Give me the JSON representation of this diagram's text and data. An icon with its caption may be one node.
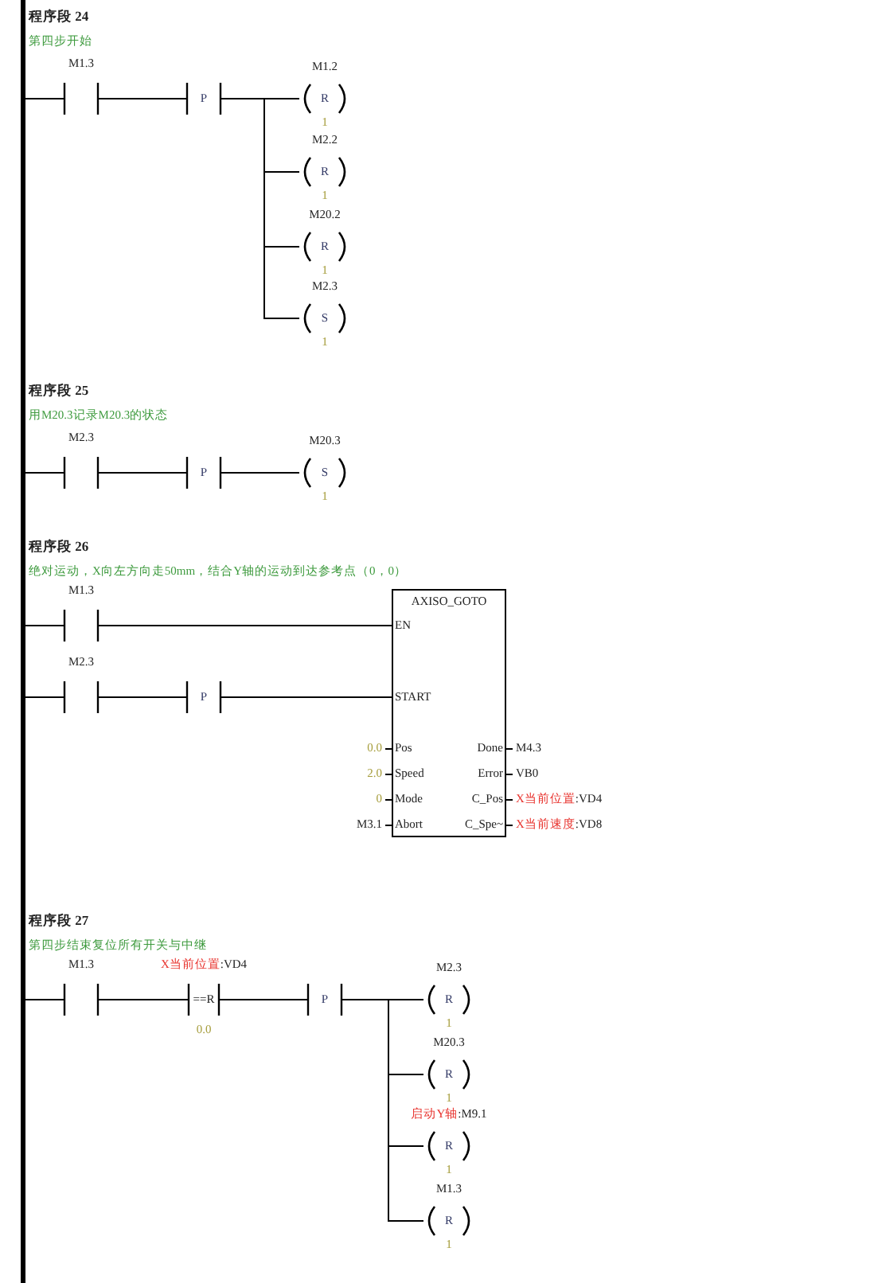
{
  "diagram": {
    "nodes": [
      {
        "text": [],
        "shape": "bar"
      },
      {
        "text": [
          "M1.3"
        ]
      },
      {
        "text": [
          "P"
        ]
      },
      {
        "text": [
          "M1.2",
          "R",
          "1"
        ]
      },
      {
        "text": [
          "M2.2",
          "R",
          "1"
        ]
      },
      {
        "text": [
          "M20.2",
          "R",
          "1"
        ]
      },
      {
        "text": [
          "M2.3",
          "S",
          "1"
        ]
      },
      {
        "text": [
          "M2.3"
        ]
      },
      {
        "text": [
          "P"
        ]
      },
      {
        "text": [
          "M20.3",
          "S",
          "1"
        ]
      },
      {
        "text": [
          "M1.3"
        ]
      },
      {
        "text": [
          "M2.3"
        ]
      },
      {
        "text": [
          "P"
        ]
      },
      {
        "text": [
          "AXISO_GOTO",
          "EN",
          "START",
          "Pos",
          "Speed",
          "Mode",
          "Abort",
          "Done",
          "Error",
          "C_Pos",
          "C_Spe~"
        ],
        "beside": [
          "0.0",
          "2.0",
          "0",
          "M3.1",
          "M4.3",
          "VB0",
          "X当前位置:VD4",
          "X当前速度:VD8"
        ]
      },
      {
        "text": [
          "M1.3"
        ]
      },
      {
        "text": [
          "X当前位置:VD4",
          "==R",
          "0.0"
        ]
      },
      {
        "text": [
          "P"
        ]
      },
      {
        "text": [
          "M2.3",
          "R",
          "1"
        ]
      },
      {
        "text": [
          "M20.3",
          "R",
          "1"
        ]
      },
      {
        "text": [
          "启动Y轴:M9.1",
          "R",
          "1"
        ]
      },
      {
        "text": [
          "M1.3",
          "R",
          "1"
        ]
      }
    ],
    "edges": [
      {
        "from": 0,
        "to": 1,
        "arrow": "none"
      },
      {
        "from": 1,
        "to": 2,
        "arrow": "none"
      },
      {
        "from": 2,
        "to": 3,
        "arrow": "none"
      },
      {
        "from": 2,
        "to": 4,
        "arrow": "none"
      },
      {
        "from": 2,
        "to": 5,
        "arrow": "none"
      },
      {
        "from": 2,
        "to": 6,
        "arrow": "none"
      },
      {
        "from": 0,
        "to": 7,
        "arrow": "none"
      },
      {
        "from": 7,
        "to": 8,
        "arrow": "none"
      },
      {
        "from": 8,
        "to": 9,
        "arrow": "none"
      },
      {
        "from": 0,
        "to": 10,
        "arrow": "none"
      },
      {
        "from": 10,
        "to": 13,
        "arrow": "none"
      },
      {
        "from": 0,
        "to": 11,
        "arrow": "none"
      },
      {
        "from": 11,
        "to": 12,
        "arrow": "none"
      },
      {
        "from": 12,
        "to": 13,
        "arrow": "none"
      },
      {
        "from": 0,
        "to": 14,
        "arrow": "none"
      },
      {
        "from": 14,
        "to": 15,
        "arrow": "none"
      },
      {
        "from": 15,
        "to": 16,
        "arrow": "none"
      },
      {
        "from": 16,
        "to": 17,
        "arrow": "none"
      },
      {
        "from": 16,
        "to": 18,
        "arrow": "none"
      },
      {
        "from": 16,
        "to": 19,
        "arrow": "none"
      },
      {
        "from": 16,
        "to": 20,
        "arrow": "none"
      }
    ],
    "labels": [
      "程序段 24",
      "第四步开始",
      "程序段 25",
      "用M20.3记录M20.3的状态",
      "程序段 26",
      "绝对运动，X向左方向走50mm，结合Y轴的运动到达参考点（0，0）",
      "程序段 27",
      "第四步结束复位所有开关与中继"
    ]
  }
}
